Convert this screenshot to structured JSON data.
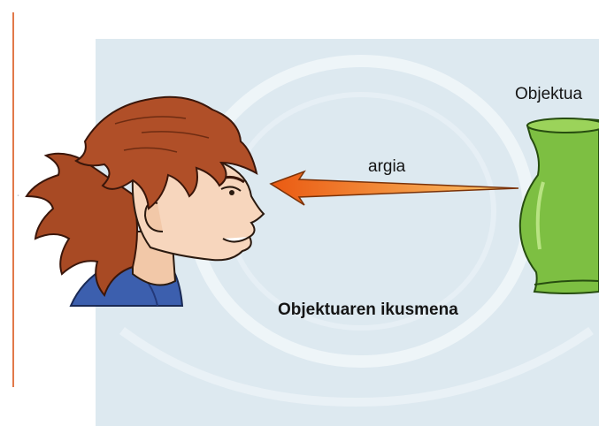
{
  "labels": {
    "object": "Objektua",
    "light": "argia",
    "caption": "Objektuaren ikusmena"
  },
  "colors": {
    "panel_background": "#dde9f0",
    "margin_line": "#e2794a",
    "arrow": "#f07a1e",
    "hair": "#a84a24",
    "skin": "#f7d6bd",
    "shirt": "#3c5fae",
    "vase": "#7dbf42"
  },
  "icons": [
    "person-head-illustration",
    "vase-illustration",
    "light-ray-arrow",
    "eye-outline-watermark"
  ]
}
